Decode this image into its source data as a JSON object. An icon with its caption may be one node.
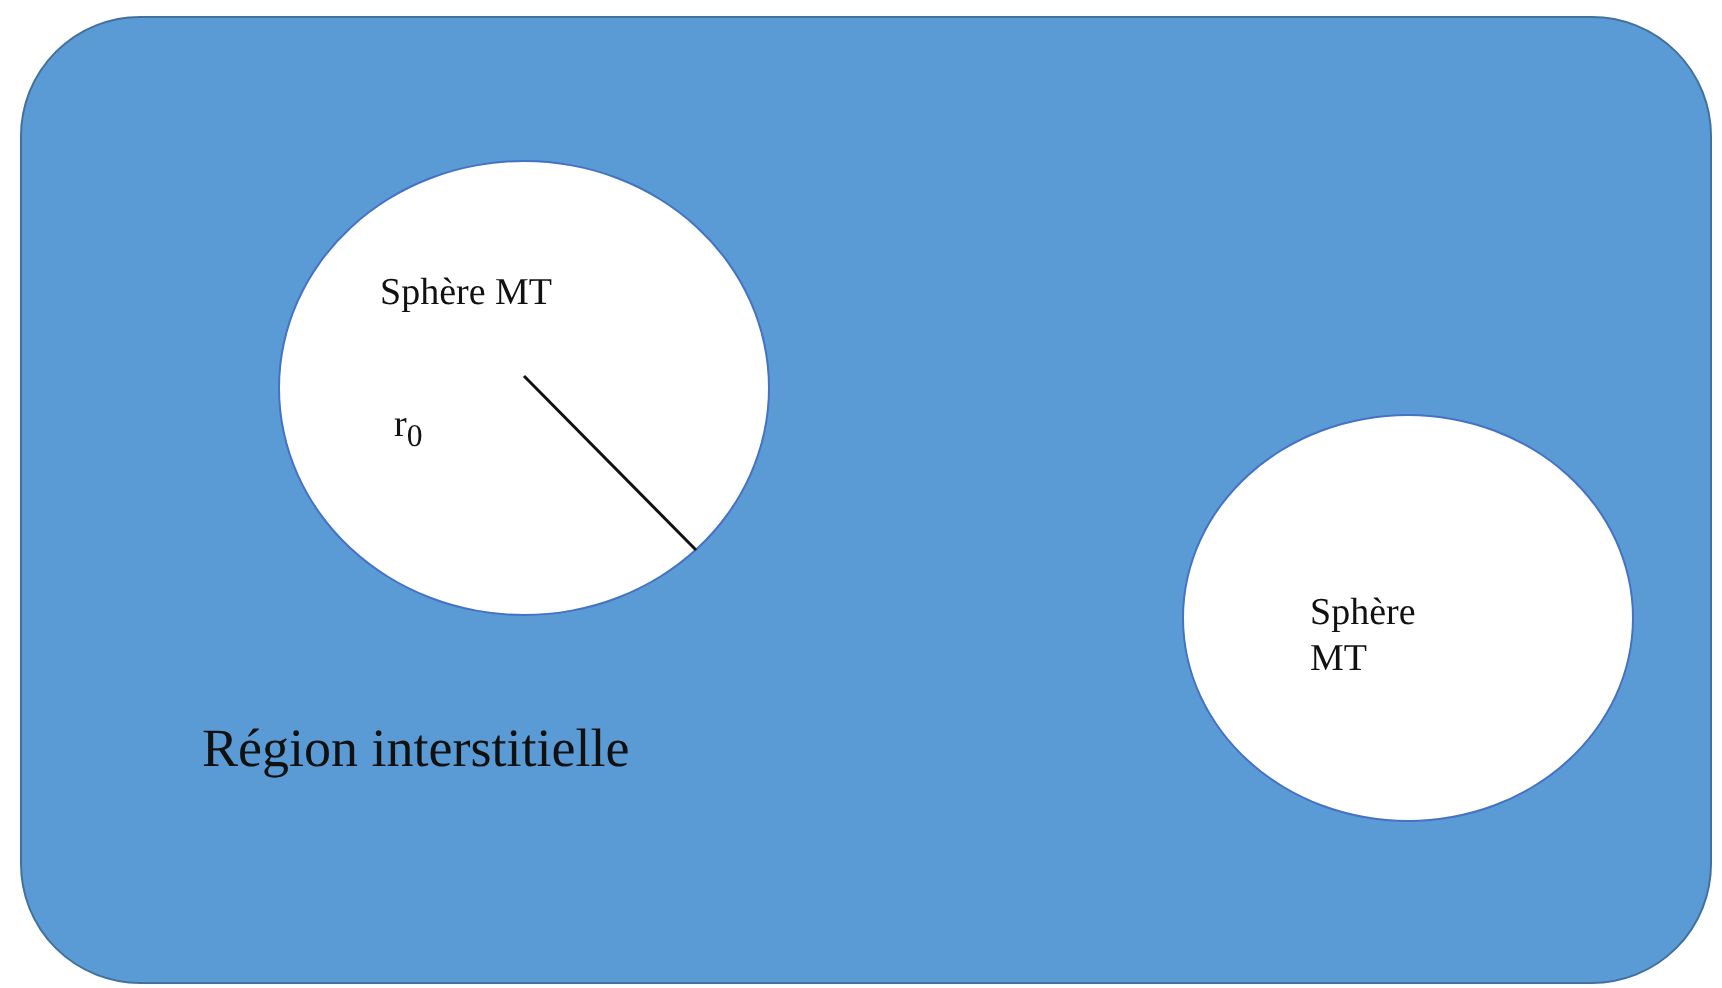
{
  "diagram": {
    "nodes": [
      {
        "text": [
          "Région interstitielle"
        ]
      },
      {
        "text": [
          "Sphère MT"
        ],
        "in": 0
      },
      {
        "text": [
          "Sphère MT"
        ],
        "in": 0
      }
    ],
    "labels": [
      "r$_{0}$"
    ]
  }
}
